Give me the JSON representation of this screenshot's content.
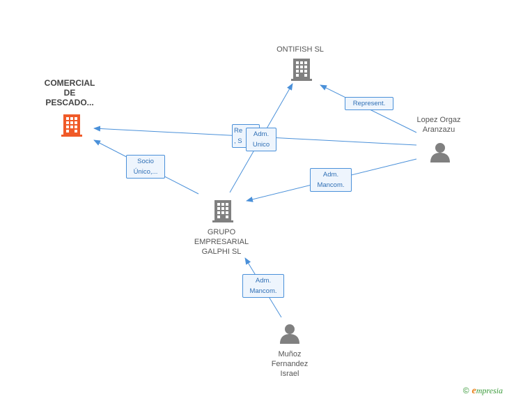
{
  "nodes": {
    "comercial": {
      "label_lines": [
        "COMERCIAL",
        "DE",
        "PESCADO..."
      ],
      "color": "#f05a28",
      "kind": "company"
    },
    "ontifish": {
      "label_lines": [
        "ONTIFISH SL"
      ],
      "color": "#808080",
      "kind": "company"
    },
    "galphi": {
      "label_lines": [
        "GRUPO",
        "EMPRESARIAL",
        "GALPHI SL"
      ],
      "color": "#808080",
      "kind": "company"
    },
    "lopez": {
      "label_lines": [
        "Lopez Orgaz",
        "Aranzazu"
      ],
      "color": "#808080",
      "kind": "person"
    },
    "munoz": {
      "label_lines": [
        "Muñoz",
        "Fernandez",
        "Israel"
      ],
      "color": "#808080",
      "kind": "person"
    }
  },
  "edges": [
    {
      "id": "galphi-comercial",
      "label_lines": [
        "Socio",
        "Único,..."
      ]
    },
    {
      "id": "lopez-comercial",
      "label_lines": [
        "Re",
        ", S"
      ]
    },
    {
      "id": "galphi-ontifish",
      "label_lines": [
        "Adm.",
        "Unico"
      ]
    },
    {
      "id": "lopez-ontifish",
      "label_lines": [
        "Represent."
      ]
    },
    {
      "id": "lopez-galphi",
      "label_lines": [
        "Adm.",
        "Mancom."
      ]
    },
    {
      "id": "munoz-galphi",
      "label_lines": [
        "Adm.",
        "Mancom."
      ]
    }
  ],
  "edge_color": "#4a90d9",
  "footer": {
    "copyright": "©",
    "brand_initial": "e",
    "brand_rest": "mpresia"
  }
}
